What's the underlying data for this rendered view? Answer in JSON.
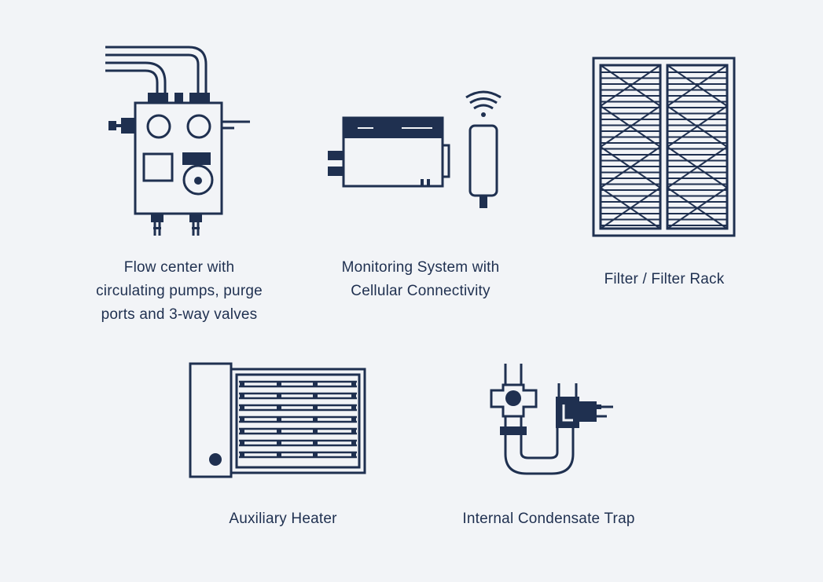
{
  "colors": {
    "ink": "#1f3050",
    "background": "#f2f4f7"
  },
  "items": [
    {
      "icon": "flow-center-icon",
      "caption": [
        "Flow center with",
        "circulating pumps, purge",
        "ports and 3-way valves"
      ]
    },
    {
      "icon": "monitoring-system-icon",
      "caption": [
        "Monitoring System with",
        "Cellular Connectivity"
      ]
    },
    {
      "icon": "filter-rack-icon",
      "caption": [
        "Filter / Filter Rack"
      ]
    },
    {
      "icon": "auxiliary-heater-icon",
      "caption": [
        "Auxiliary Heater"
      ]
    },
    {
      "icon": "condensate-trap-icon",
      "caption": [
        "Internal Condensate Trap"
      ]
    }
  ]
}
